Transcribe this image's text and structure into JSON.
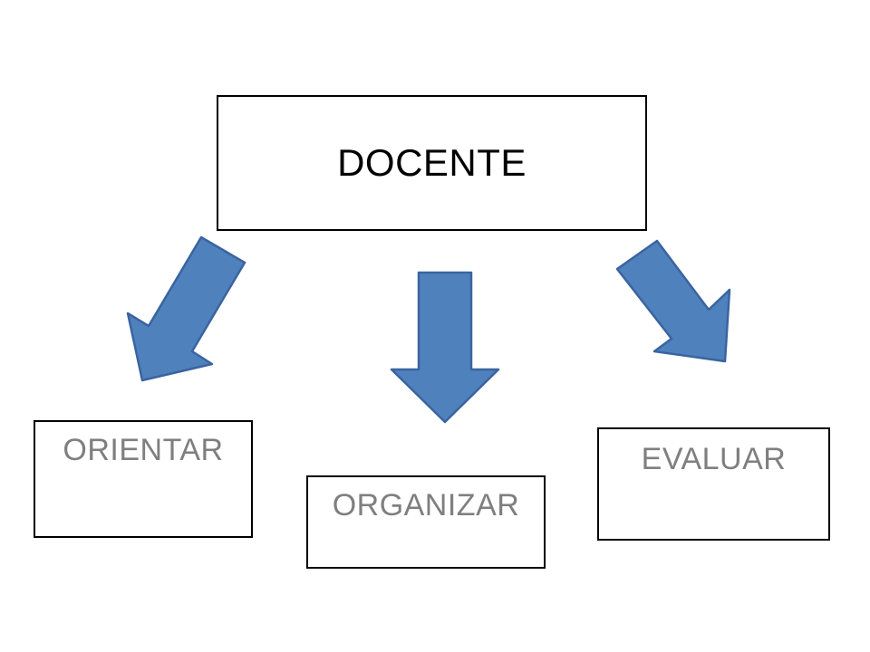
{
  "diagram": {
    "root": {
      "label": "DOCENTE"
    },
    "children": [
      {
        "label": "ORIENTAR"
      },
      {
        "label": "ORGANIZAR"
      },
      {
        "label": "EVALUAR"
      }
    ]
  },
  "colors": {
    "arrow_fill": "#4f81bd",
    "arrow_stroke": "#3a64a0",
    "root_text": "#000000",
    "child_text": "#7f7f7f",
    "box_border": "#000000"
  }
}
